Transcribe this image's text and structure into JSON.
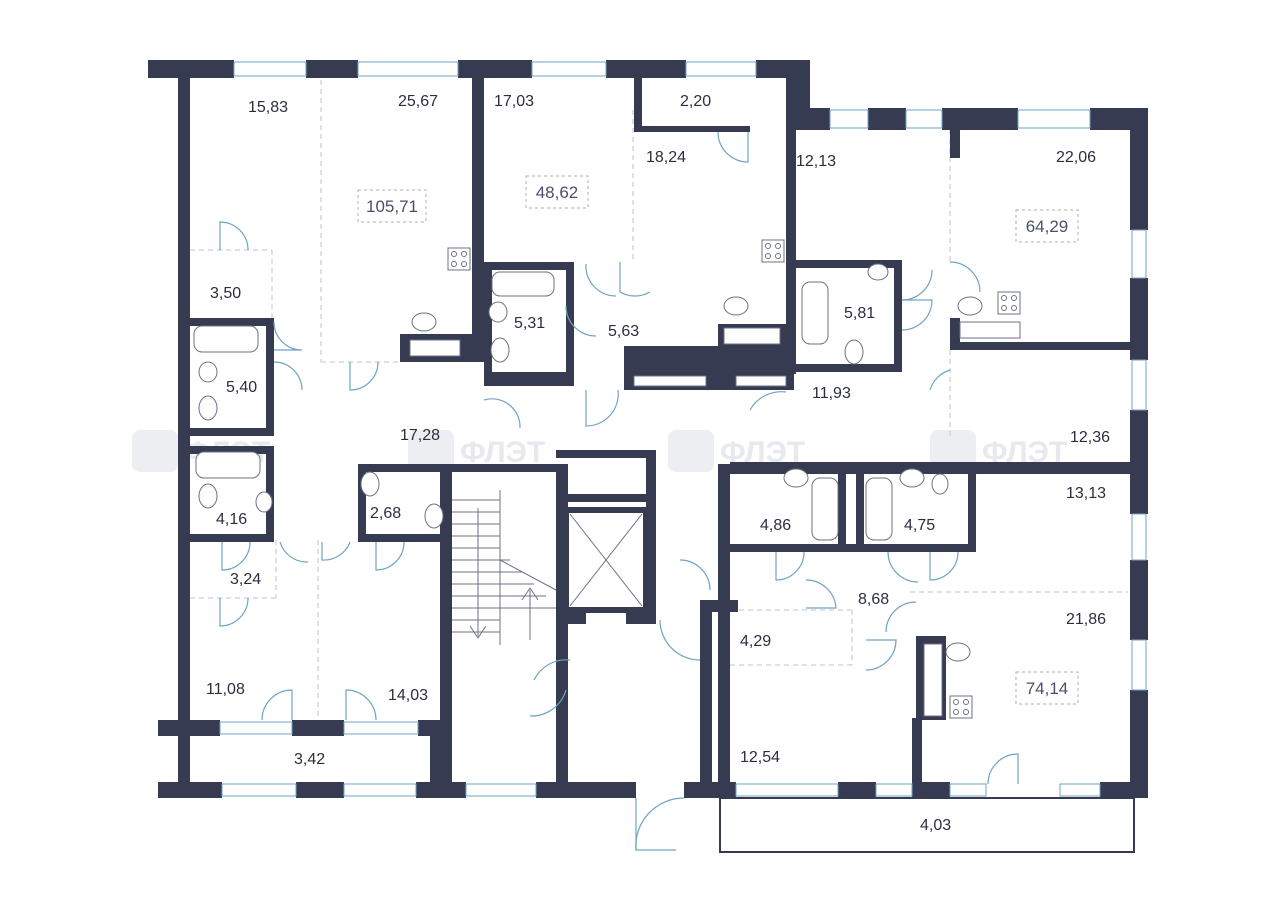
{
  "colors": {
    "wall": "#363b52",
    "window": "#6fa3c4",
    "label": "#2b2e3f",
    "partition": "#bfc3cc",
    "background": "#ffffff",
    "watermark": "#e8e9ee"
  },
  "watermark": {
    "text": "ФЛЭТ",
    "icon": "flat-logo-icon"
  },
  "apartments": [
    {
      "id": "apt-left",
      "total": "105,71"
    },
    {
      "id": "apt-top-middle",
      "total": "48,62"
    },
    {
      "id": "apt-top-right",
      "total": "64,29"
    },
    {
      "id": "apt-bottom-right",
      "total": "74,14"
    }
  ],
  "rooms": [
    {
      "id": "r1",
      "area": "15,83"
    },
    {
      "id": "r2",
      "area": "25,67"
    },
    {
      "id": "r3",
      "area": "17,03"
    },
    {
      "id": "r4",
      "area": "2,20"
    },
    {
      "id": "r5",
      "area": "18,24"
    },
    {
      "id": "r6",
      "area": "12,13"
    },
    {
      "id": "r7",
      "area": "22,06"
    },
    {
      "id": "r8",
      "area": "3,50"
    },
    {
      "id": "r9",
      "area": "5,31"
    },
    {
      "id": "r10",
      "area": "5,63"
    },
    {
      "id": "r11",
      "area": "5,81"
    },
    {
      "id": "r12",
      "area": "5,40"
    },
    {
      "id": "r13",
      "area": "11,93"
    },
    {
      "id": "r14",
      "area": "17,28"
    },
    {
      "id": "r15",
      "area": "12,36"
    },
    {
      "id": "r16",
      "area": "2,68"
    },
    {
      "id": "r17",
      "area": "4,16"
    },
    {
      "id": "r18",
      "area": "4,86"
    },
    {
      "id": "r19",
      "area": "4,75"
    },
    {
      "id": "r20",
      "area": "13,13"
    },
    {
      "id": "r21",
      "area": "3,24"
    },
    {
      "id": "r22",
      "area": "8,68"
    },
    {
      "id": "r23",
      "area": "21,86"
    },
    {
      "id": "r24",
      "area": "4,29"
    },
    {
      "id": "r25",
      "area": "11,08"
    },
    {
      "id": "r26",
      "area": "14,03"
    },
    {
      "id": "r27",
      "area": "3,42"
    },
    {
      "id": "r28",
      "area": "12,54"
    },
    {
      "id": "r29",
      "area": "4,03"
    }
  ]
}
